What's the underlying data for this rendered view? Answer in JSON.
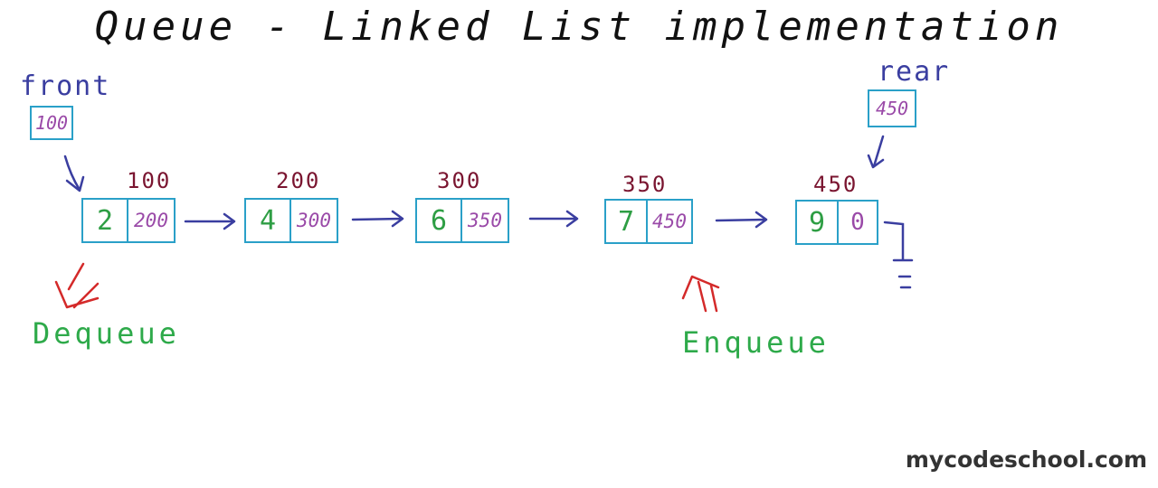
{
  "title": "Queue - Linked List implementation",
  "front": {
    "label": "front",
    "value": "100"
  },
  "rear": {
    "label": "rear",
    "value": "450"
  },
  "nodes": [
    {
      "address": "100",
      "data": "2",
      "next": "200"
    },
    {
      "address": "200",
      "data": "4",
      "next": "300"
    },
    {
      "address": "300",
      "data": "6",
      "next": "350"
    },
    {
      "address": "350",
      "data": "7",
      "next": "450"
    },
    {
      "address": "450",
      "data": "9",
      "next": "0"
    }
  ],
  "dequeue_label": "Dequeue",
  "enqueue_label": "Enqueue",
  "watermark": "mycodeschool.com",
  "colors": {
    "box_border": "#2aa0c8",
    "data_value": "#2e9e44",
    "link_value": "#9a4aa8",
    "address": "#7a1530",
    "pointer_label": "#3a3ea0",
    "arrow": "#3a3ea0",
    "dequeue": "#2eaa4a",
    "dequeue_arrow": "#d42a2a",
    "enqueue": "#2eaa4a",
    "enqueue_arrow": "#d42a2a"
  }
}
